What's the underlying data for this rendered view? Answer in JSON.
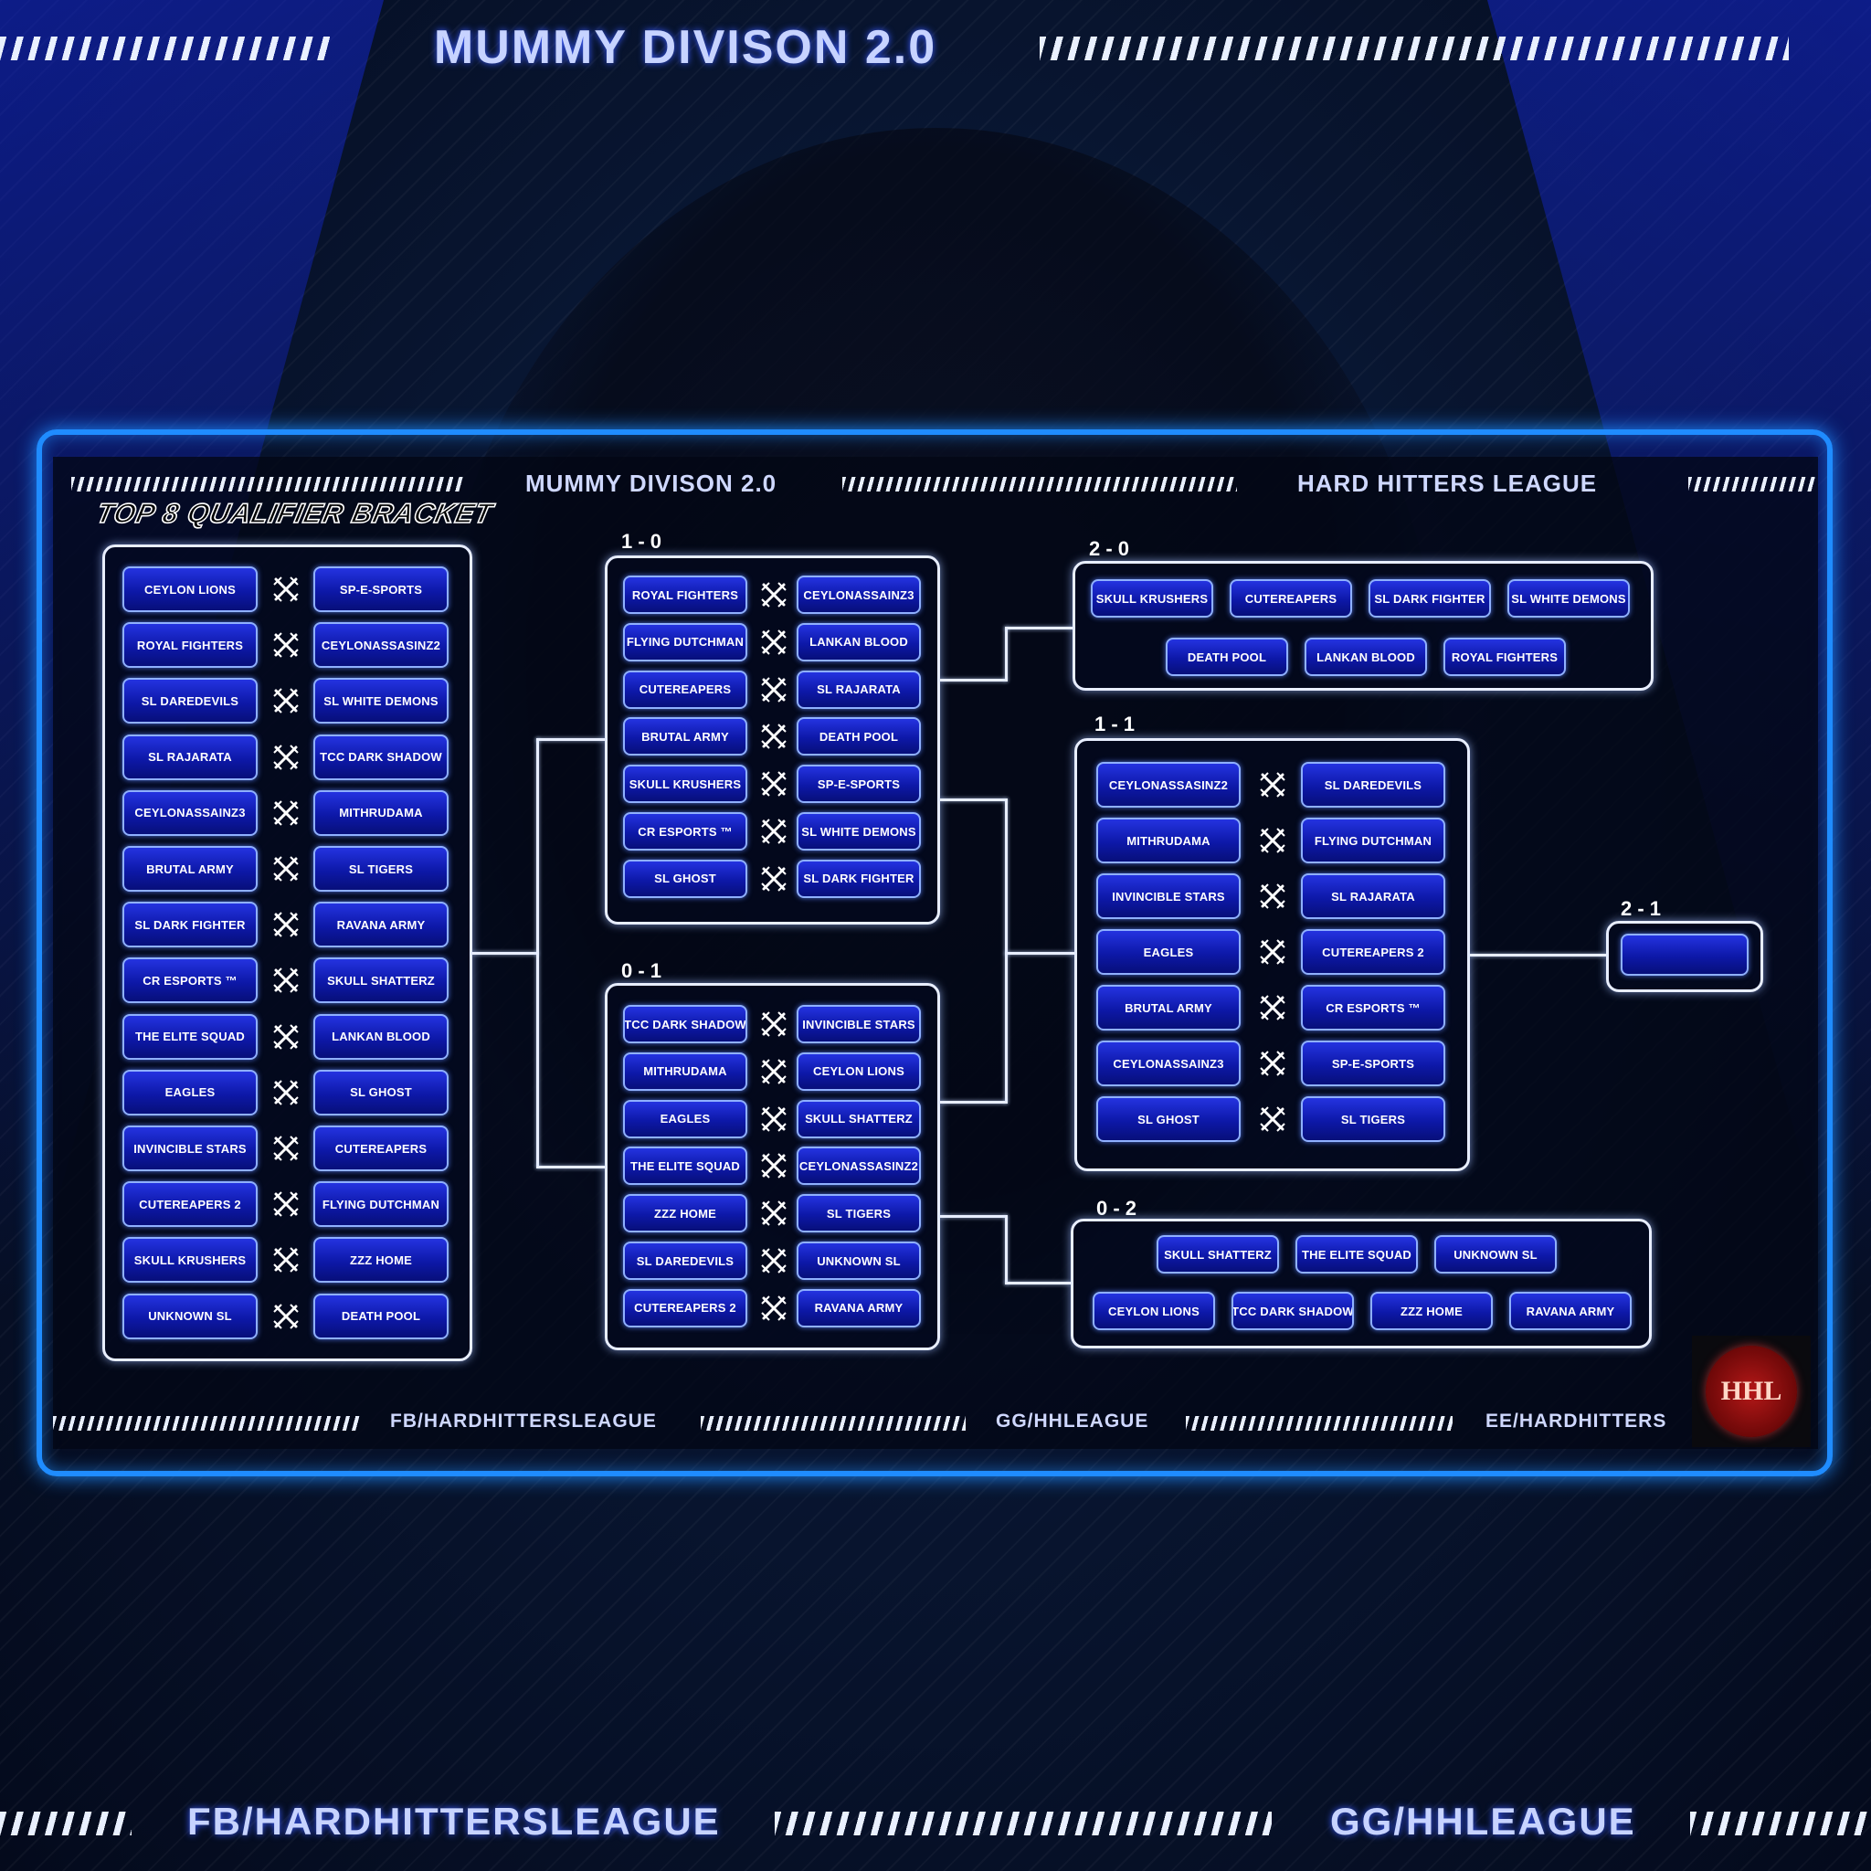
{
  "header": {
    "title": "MUMMY DIVISON 2.0"
  },
  "panel": {
    "title_left": "MUMMY DIVISON 2.0",
    "title_right": "HARD HITTERS LEAGUE",
    "subtitle": "TOP 8 QUALIFIER BRACKET"
  },
  "round1": {
    "matches": [
      [
        "CEYLON LIONS",
        "SP-E-SPORTS"
      ],
      [
        "ROYAL FIGHTERS",
        "CEYLONASSASINZ2"
      ],
      [
        "SL DAREDEVILS",
        "SL WHITE DEMONS"
      ],
      [
        "SL RAJARATA",
        "TCC DARK SHADOW"
      ],
      [
        "CEYLONASSAINZ3",
        "MITHRUDAMA"
      ],
      [
        "BRUTAL ARMY",
        "SL TIGERS"
      ],
      [
        "SL DARK FIGHTER",
        "RAVANA ARMY"
      ],
      [
        "CR ESPORTS ™",
        "SKULL SHATTERZ"
      ],
      [
        "THE ELITE SQUAD",
        "LANKAN BLOOD"
      ],
      [
        "EAGLES",
        "SL GHOST"
      ],
      [
        "INVINCIBLE STARS",
        "CUTEREAPERS"
      ],
      [
        "CUTEREAPERS 2",
        "FLYING DUTCHMAN"
      ],
      [
        "SKULL KRUSHERS",
        "ZZZ HOME"
      ],
      [
        "UNKNOWN SL",
        "DEATH POOL"
      ]
    ]
  },
  "r10": {
    "label": "1 - 0",
    "matches": [
      [
        "ROYAL FIGHTERS",
        "CEYLONASSAINZ3"
      ],
      [
        "FLYING DUTCHMAN",
        "LANKAN BLOOD"
      ],
      [
        "CUTEREAPERS",
        "SL RAJARATA"
      ],
      [
        "BRUTAL ARMY",
        "DEATH POOL"
      ],
      [
        "SKULL KRUSHERS",
        "SP-E-SPORTS"
      ],
      [
        "CR ESPORTS ™",
        "SL WHITE DEMONS"
      ],
      [
        "SL GHOST",
        "SL DARK FIGHTER"
      ]
    ]
  },
  "r01": {
    "label": "0 - 1",
    "matches": [
      [
        "TCC DARK SHADOW",
        "INVINCIBLE STARS"
      ],
      [
        "MITHRUDAMA",
        "CEYLON LIONS"
      ],
      [
        "EAGLES",
        "SKULL SHATTERZ"
      ],
      [
        "THE ELITE SQUAD",
        "CEYLONASSASINZ2"
      ],
      [
        "ZZZ HOME",
        "SL TIGERS"
      ],
      [
        "SL DAREDEVILS",
        "UNKNOWN SL"
      ],
      [
        "CUTEREAPERS 2",
        "RAVANA ARMY"
      ]
    ]
  },
  "r20": {
    "label": "2 - 0",
    "teams": [
      "SKULL KRUSHERS",
      "CUTEREAPERS",
      "SL DARK FIGHTER",
      "SL WHITE DEMONS",
      "DEATH POOL",
      "LANKAN BLOOD",
      "ROYAL FIGHTERS"
    ]
  },
  "r11": {
    "label": "1 - 1",
    "matches": [
      [
        "CEYLONASSASINZ2",
        "SL DAREDEVILS"
      ],
      [
        "MITHRUDAMA",
        "FLYING DUTCHMAN"
      ],
      [
        "INVINCIBLE STARS",
        "SL RAJARATA"
      ],
      [
        "EAGLES",
        "CUTEREAPERS 2"
      ],
      [
        "BRUTAL ARMY",
        "CR ESPORTS ™"
      ],
      [
        "CEYLONASSAINZ3",
        "SP-E-SPORTS"
      ],
      [
        "SL GHOST",
        "SL TIGERS"
      ]
    ]
  },
  "r02": {
    "label": "0 - 2",
    "teams": [
      "SKULL SHATTERZ",
      "THE ELITE SQUAD",
      "UNKNOWN SL",
      "CEYLON LIONS",
      "TCC DARK SHADOW",
      "ZZZ HOME",
      "RAVANA ARMY"
    ]
  },
  "r21": {
    "label": "2 - 1",
    "slot": ""
  },
  "footer": {
    "link1": "FB/HARDHITTERSLEAGUE",
    "link2": "GG/HHLEAGUE",
    "link3": "EE/HARDHITTERS"
  },
  "logo": {
    "text": "HHL"
  },
  "bottom": {
    "link1": "FB/HARDHITTERSLEAGUE",
    "link2": "GG/HHLEAGUE"
  },
  "colors": {
    "accent": "#1f8cff",
    "team_fill": "#0d18a8",
    "logo_red": "#b51818"
  },
  "icons": {
    "versus": "crossed-swords-icon"
  }
}
